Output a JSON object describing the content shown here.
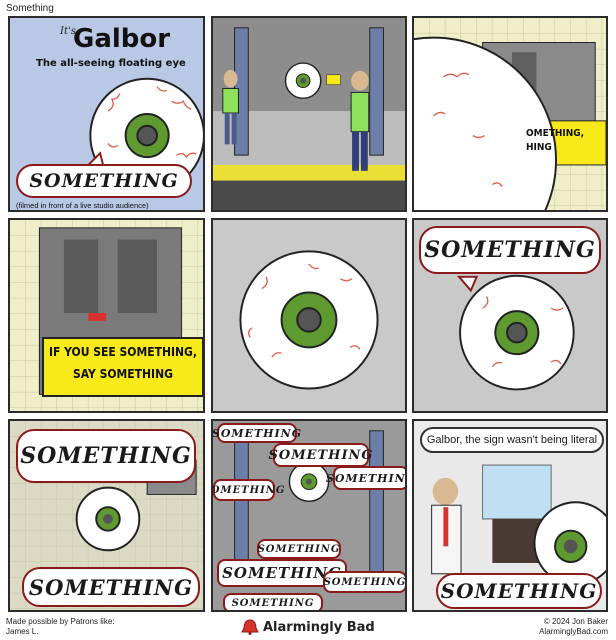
{
  "page": {
    "title": "Something"
  },
  "panels": {
    "p1": {
      "its": "It's",
      "title": "Galbor",
      "subtitle": "The all-seeing floating eye",
      "speech": "SOMETHING",
      "caption": "(filmed in front of a live studio audience)"
    },
    "p3": {
      "sign_fragment_1": "OMETHING,",
      "sign_fragment_2": "HING"
    },
    "p4": {
      "sign_line_1": "IF YOU SEE SOMETHING,",
      "sign_line_2": "SAY SOMETHING"
    },
    "p6": {
      "speech": "SOMETHING"
    },
    "p7": {
      "speech_top": "SOMETHING",
      "speech_bottom": "SOMETHING"
    },
    "p8": {
      "word": "SOMETHING"
    },
    "p9": {
      "speech_top": "Galbor, the sign wasn't being literal",
      "speech_bottom": "SOMETHING"
    }
  },
  "footer": {
    "patrons_line_1": "Made possible by Patrons like:",
    "patrons_line_2": "James L.",
    "brand": "Alarmingly Bad",
    "copyright": "© 2024 Jon Baker",
    "site": "AlarminglyBad.com"
  },
  "colors": {
    "eye_white": "#ffffff",
    "eye_iris": "#5e9a2f",
    "eye_pupil": "#555555",
    "vein": "#e05a4a",
    "bubble_border": "#8b1a1a",
    "sign_yellow": "#f7e91a",
    "wall_tile": "#efeec8",
    "poster_blue": "#b9c8e4"
  }
}
